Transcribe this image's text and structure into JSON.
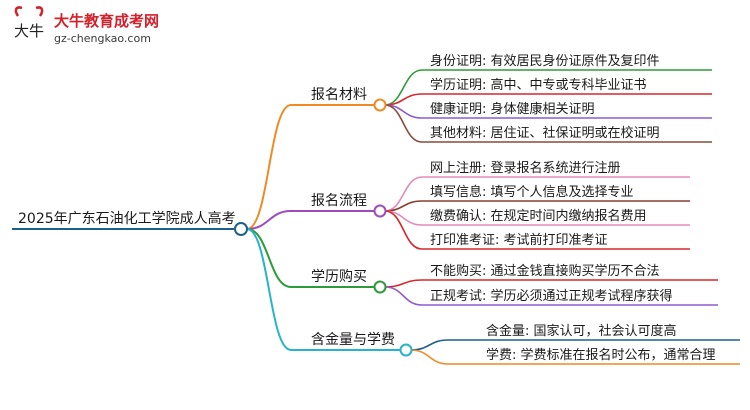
{
  "logo": {
    "title": "大牛教育成考网",
    "url": "gz-chengkao.com",
    "mark": "大牛"
  },
  "root": {
    "label": "2025年广东石油化工学院成人高考",
    "color": "#1f5f8b"
  },
  "branches": [
    {
      "label": "报名材料",
      "color": "#f08a24",
      "items": [
        {
          "text": "身份证明: 有效居民身份证原件及复印件",
          "color": "#2e9b3a"
        },
        {
          "text": "学历证明: 高中、中专或专科毕业证书",
          "color": "#d9262c"
        },
        {
          "text": "健康证明: 身体健康相关证明",
          "color": "#8e5bd0"
        },
        {
          "text": "其他材料: 居住证、社保证明或在校证明",
          "color": "#8b4a3c"
        }
      ]
    },
    {
      "label": "报名流程",
      "color": "#a04ac0",
      "items": [
        {
          "text": "网上注册: 登录报名系统进行注册",
          "color": "#e58ab8"
        },
        {
          "text": "填写信息: 填写个人信息及选择专业",
          "color": "#8a3e2e"
        },
        {
          "text": "缴费确认: 在规定时间内缴纳报名费用",
          "color": "#e58ab8"
        },
        {
          "text": "打印准考证: 考试前打印准考证",
          "color": "#d9262c"
        }
      ]
    },
    {
      "label": "学历购买",
      "color": "#2e9b3a",
      "items": [
        {
          "text": "不能购买: 通过金钱直接购买学历不合法",
          "color": "#d9262c"
        },
        {
          "text": "正规考试: 学历必须通过正规考试程序获得",
          "color": "#8e5bd0"
        }
      ]
    },
    {
      "label": "含金量与学费",
      "color": "#27b3c9",
      "items": [
        {
          "text": "含金量: 国家认可，社会认可度高",
          "color": "#1f5f8b"
        },
        {
          "text": "学费: 学费标准在报名时公布，通常合理",
          "color": "#f08a24"
        }
      ]
    }
  ]
}
